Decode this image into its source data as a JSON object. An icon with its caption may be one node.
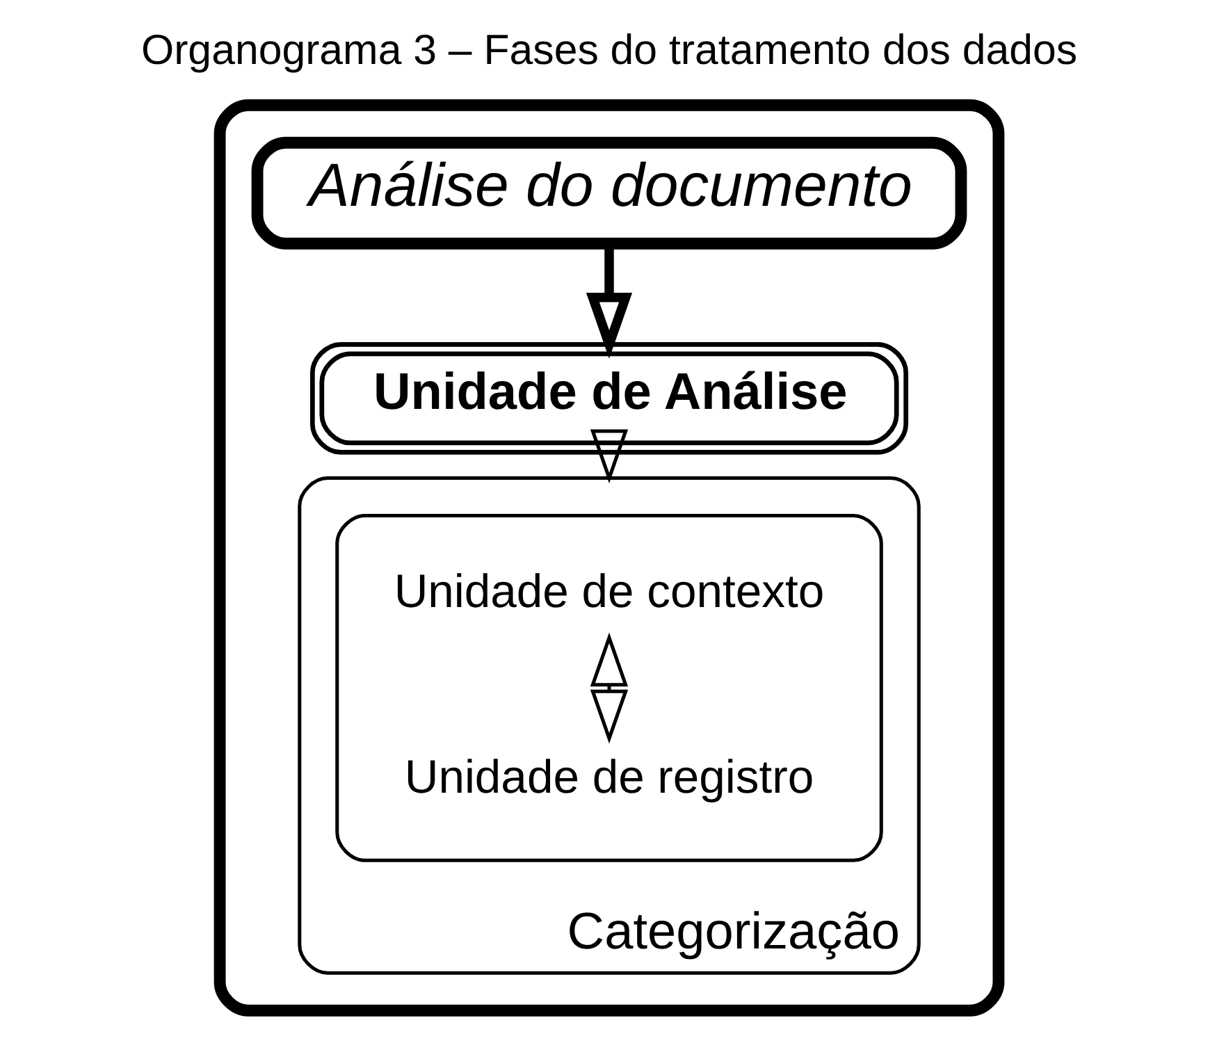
{
  "diagram": {
    "title": "Organograma 3 – Fases do tratamento dos dados",
    "nodes": [
      {
        "text": [],
        "shape": "box"
      },
      {
        "text": [
          "Análise do documento"
        ],
        "in": 0
      },
      {
        "text": [
          "Unidade de Análise"
        ],
        "in": 0
      },
      {
        "text": [
          "Categorização"
        ],
        "in": 0
      },
      {
        "text": [],
        "shape": "box",
        "in": 3
      },
      {
        "text": [
          "Unidade de contexto"
        ],
        "in": 4
      },
      {
        "text": [
          "Unidade de registro"
        ],
        "in": 4
      }
    ],
    "edges": [
      {
        "from": 1,
        "to": 2,
        "arrow": "to",
        "style": "thick"
      },
      {
        "from": 2,
        "to": 3,
        "arrow": "to"
      },
      {
        "from": 5,
        "to": 6,
        "arrow": "both"
      }
    ]
  }
}
